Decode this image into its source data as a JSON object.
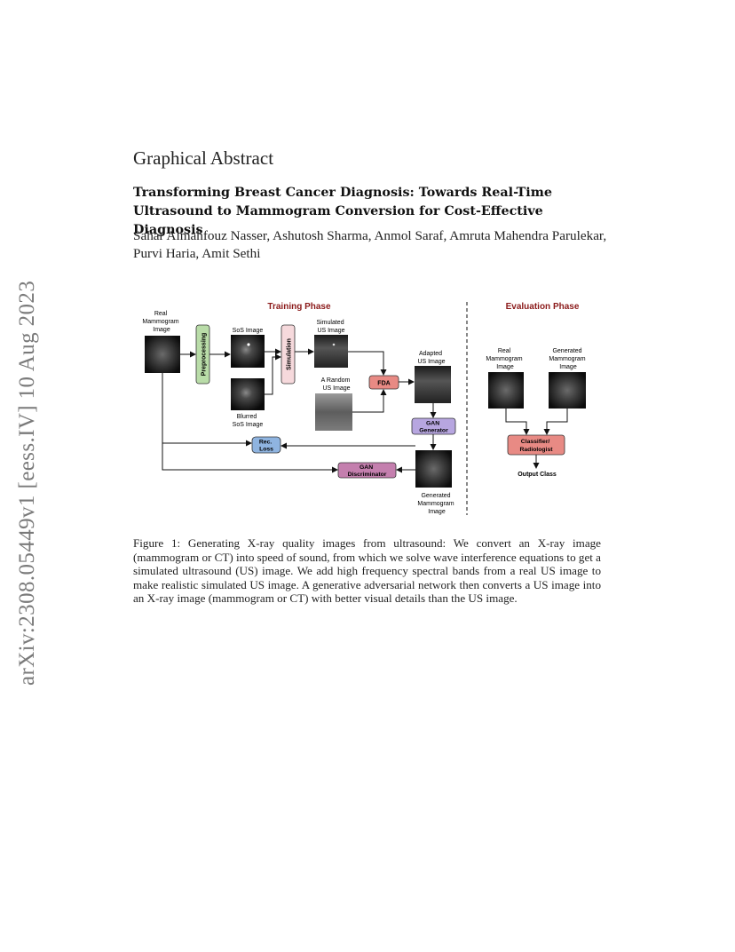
{
  "arxiv_stamp": "arXiv:2308.05449v1  [eess.IV]  10 Aug 2023",
  "heading": "Graphical Abstract",
  "title": "Transforming Breast Cancer Diagnosis: Towards Real-Time Ultrasound to Mammogram Conversion for Cost-Effective Diagnosis",
  "authors": "Sahar Almahfouz Nasser, Ashutosh Sharma, Anmol Saraf, Amruta Mahendra Parulekar, Purvi Haria, Amit Sethi",
  "figure": {
    "training_phase": "Training Phase",
    "evaluation_phase": "Evaluation Phase",
    "real_mammogram": [
      "Real",
      "Mammogram",
      "Image"
    ],
    "preprocessing": "Preprocessing",
    "sos_image": "SoS Image",
    "simulation": "Simulation",
    "simulated_us": [
      "Simulated",
      "US Image"
    ],
    "blurred_sos": [
      "Blurred",
      "SoS Image"
    ],
    "random_us": [
      "A Random",
      "US Image"
    ],
    "fda": "FDA",
    "adapted_us": [
      "Adapted",
      "US Image"
    ],
    "gan_generator": [
      "GAN",
      "Generator"
    ],
    "rec_loss": [
      "Rec.",
      "Loss"
    ],
    "gan_discriminator": [
      "GAN",
      "Discriminator"
    ],
    "generated_mammogram": [
      "Generated",
      "Mammogram",
      "Image"
    ],
    "eval_real": [
      "Real",
      "Mammogram",
      "Image"
    ],
    "eval_generated": [
      "Generated",
      "Mammogram",
      "Image"
    ],
    "classifier": [
      "Classifier/",
      "Radiologist"
    ],
    "output_class": "Output Class",
    "colors": {
      "phase_title": "#8b1a1a",
      "preprocessing": "#b9dca8",
      "simulation": "#f6d9dc",
      "fda": "#e88a84",
      "gan_generator": "#b7a6e0",
      "rec_loss": "#8fb4e0",
      "gan_discriminator": "#c47fae",
      "classifier": "#e88a84"
    }
  },
  "caption": "Figure 1: Generating X-ray quality images from ultrasound: We convert an X-ray image (mammogram or CT) into speed of sound, from which we solve wave interference equations to get a simulated ultrasound (US) image. We add high frequency spectral bands from a real US image to make realistic simulated US image. A generative adversarial network then converts a US image into an X-ray image (mammogram or CT) with better visual details than the US image."
}
